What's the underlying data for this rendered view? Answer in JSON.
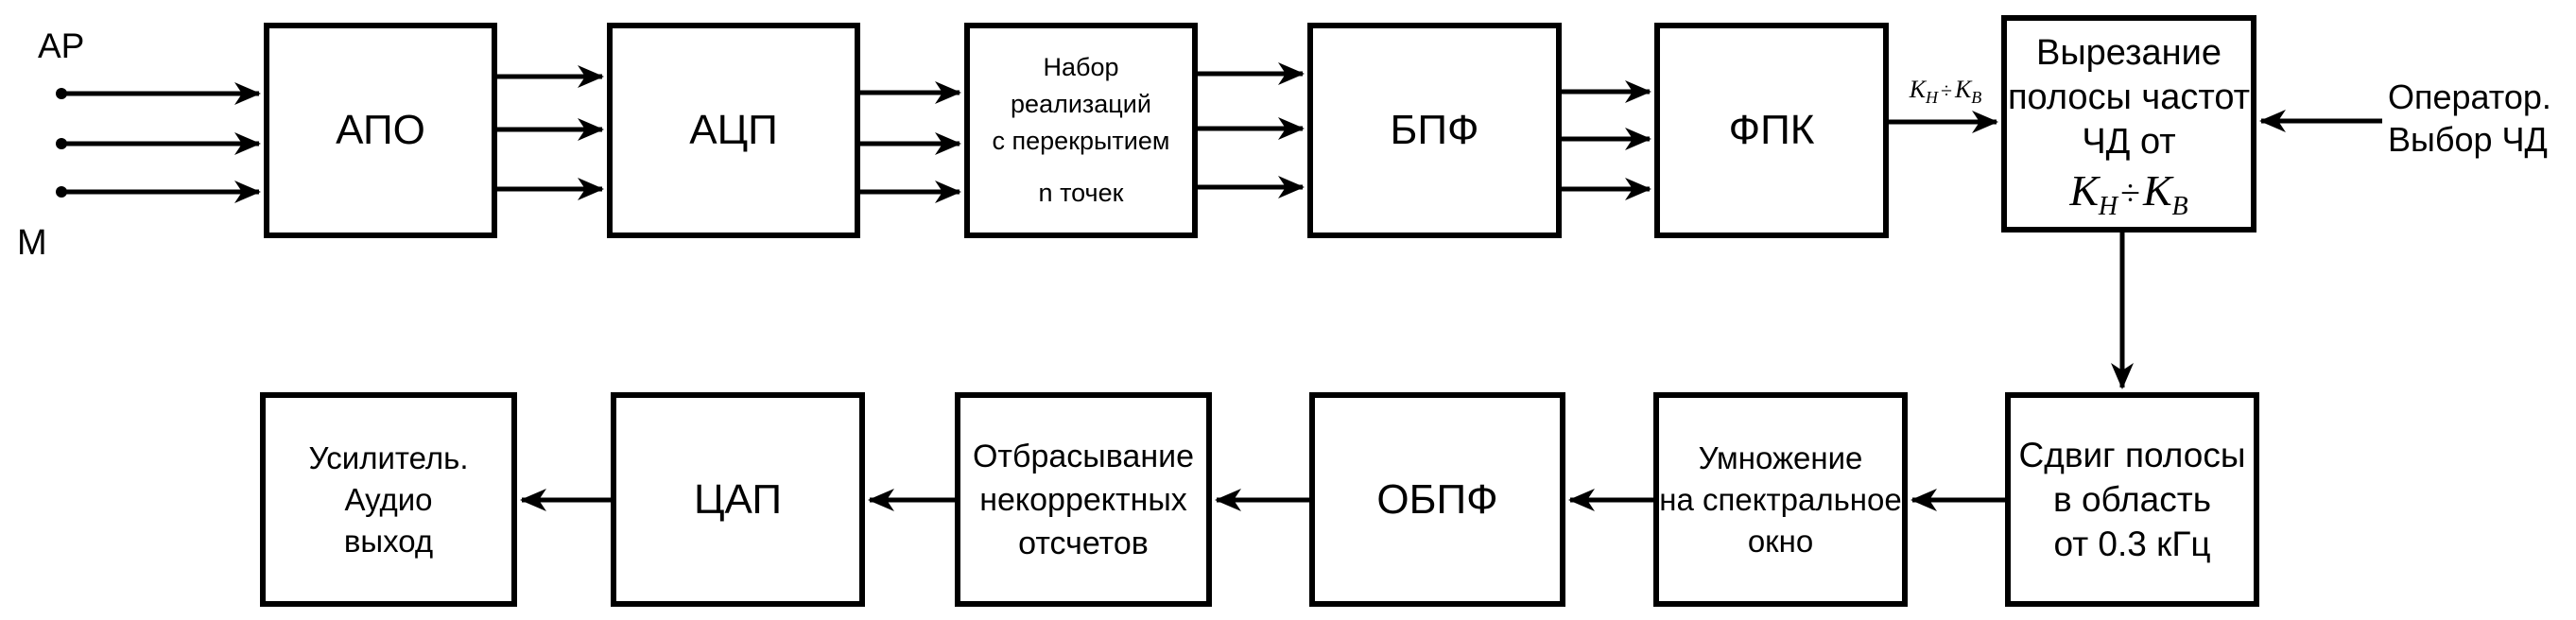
{
  "background": "#ffffff",
  "ink": "#000000",
  "labels": {
    "input_top": "АР",
    "input_bottom": "М",
    "operator_line1": "Оператор.",
    "operator_line2": "Выбор ЧД"
  },
  "formula": {
    "k": "К",
    "low": "Н",
    "divide": "÷",
    "high": "В"
  },
  "blocks": {
    "apo": {
      "label": "АПО"
    },
    "adc": {
      "label": "АЦП"
    },
    "frames": {
      "line1": "Набор",
      "line2": "реализаций",
      "line3": "с перекрытием",
      "line4": "n точек"
    },
    "fft": {
      "label": "БПФ"
    },
    "fpk": {
      "label": "ФПК"
    },
    "bandcut": {
      "line1": "Вырезание",
      "line2": "полосы частот",
      "line3": "ЧД от"
    },
    "bandshift": {
      "line1": "Сдвиг полосы",
      "line2": "в область",
      "line3": "от 0.3 кГц"
    },
    "window": {
      "line1": "Умножение",
      "line2": "на спектральное",
      "line3": "окно"
    },
    "ifft": {
      "label": "ОБПФ"
    },
    "discard": {
      "line1": "Отбрасывание",
      "line2": "некорректных",
      "line3": "отсчетов"
    },
    "dac": {
      "label": "ЦАП"
    },
    "amp": {
      "line1": "Усилитель.",
      "line2": "Аудио",
      "line3": "выход"
    }
  }
}
